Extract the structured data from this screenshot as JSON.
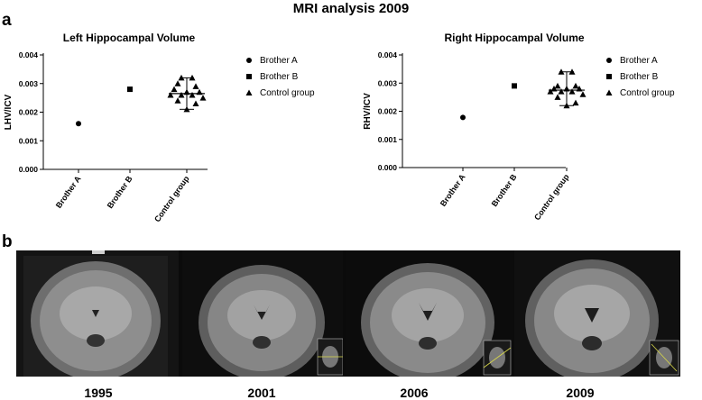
{
  "figure": {
    "title": "MRI analysis 2009",
    "panel_a_label": "a",
    "panel_b_label": "b"
  },
  "chart_data": [
    {
      "type": "scatter",
      "title": "Left Hippocampal Volume",
      "ylabel": "LHV/ICV",
      "xlabel": "",
      "categories": [
        "Brother A",
        "Brother B",
        "Control group"
      ],
      "ylim": [
        0,
        0.004
      ],
      "yticks": [
        "0.000",
        "0.001",
        "0.002",
        "0.003",
        "0.004"
      ],
      "legend_position": "right",
      "series": [
        {
          "name": "Brother A",
          "marker": "circle",
          "category": "Brother A",
          "values": [
            0.0016
          ]
        },
        {
          "name": "Brother B",
          "marker": "square",
          "category": "Brother B",
          "values": [
            0.0028
          ]
        },
        {
          "name": "Control group",
          "marker": "triangle",
          "category": "Control group",
          "values": [
            0.0032,
            0.0032,
            0.003,
            0.0029,
            0.0028,
            0.0027,
            0.0027,
            0.0026,
            0.0026,
            0.0026,
            0.0025,
            0.0024,
            0.0023,
            0.0021
          ],
          "mean": 0.00265,
          "sd_range": [
            0.0021,
            0.0032
          ]
        }
      ]
    },
    {
      "type": "scatter",
      "title": "Right Hippocampal Volume",
      "ylabel": "RHV/ICV",
      "xlabel": "",
      "categories": [
        "Brother A",
        "Brother B",
        "Control group"
      ],
      "ylim": [
        0,
        0.004
      ],
      "yticks": [
        "0.000",
        "0.001",
        "0.002",
        "0.003",
        "0.004"
      ],
      "legend_position": "right",
      "series": [
        {
          "name": "Brother A",
          "marker": "circle",
          "category": "Brother A",
          "values": [
            0.00178
          ]
        },
        {
          "name": "Brother B",
          "marker": "square",
          "category": "Brother B",
          "values": [
            0.0029
          ]
        },
        {
          "name": "Control group",
          "marker": "triangle",
          "category": "Control group",
          "values": [
            0.0034,
            0.0034,
            0.0029,
            0.0029,
            0.0028,
            0.0028,
            0.0028,
            0.0027,
            0.0027,
            0.0027,
            0.0026,
            0.0025,
            0.0023,
            0.0022
          ],
          "mean": 0.00275,
          "sd_range": [
            0.0022,
            0.0034
          ]
        }
      ]
    }
  ],
  "mri_panel": {
    "years": [
      "1995",
      "2001",
      "2006",
      "2009"
    ]
  }
}
